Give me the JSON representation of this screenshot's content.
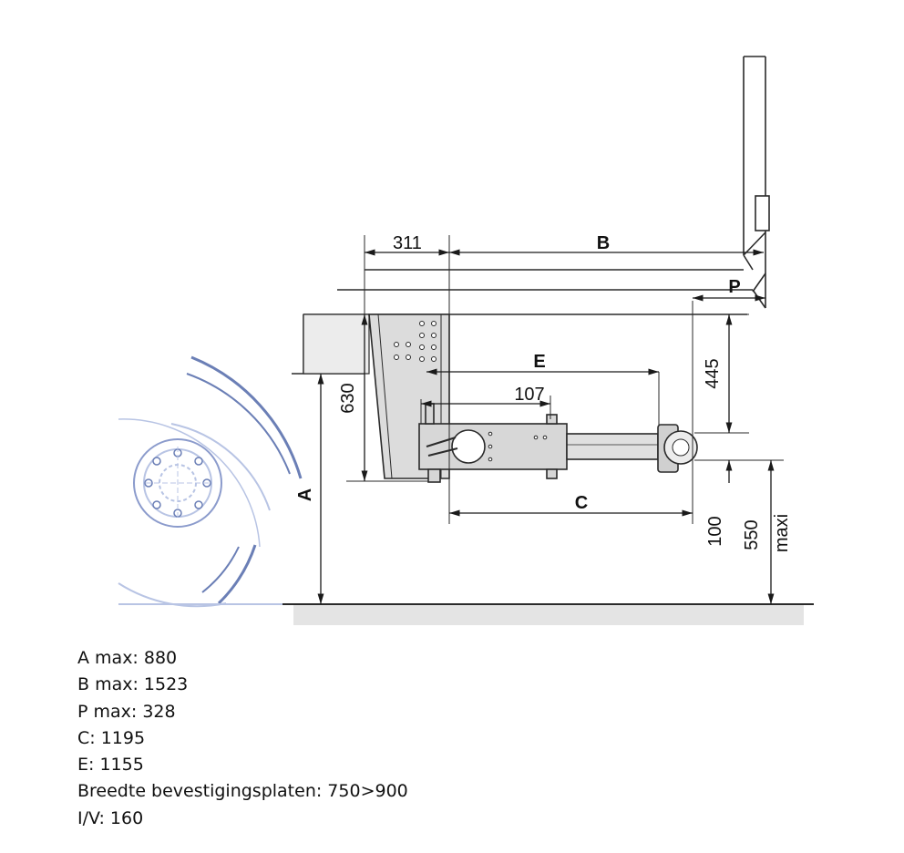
{
  "diagram": {
    "labels": {
      "d311": "311",
      "B": "B",
      "P": "P",
      "E": "E",
      "d107": "107",
      "d630": "630",
      "d445": "445",
      "A": "A",
      "C": "C",
      "d100": "100",
      "d550": "550",
      "maxi": "maxi"
    }
  },
  "specs": [
    "A max: 880",
    "B max: 1523",
    "P max: 328",
    "C: 1195",
    "E: 1155",
    "Breedte bevestigingsplaten: 750>900",
    "I/V: 160"
  ],
  "colors": {
    "line": "#2a2a2a",
    "wheel": "#6b7fb6",
    "ground": "#e4e4e4",
    "metal": "#d7d7d7"
  }
}
